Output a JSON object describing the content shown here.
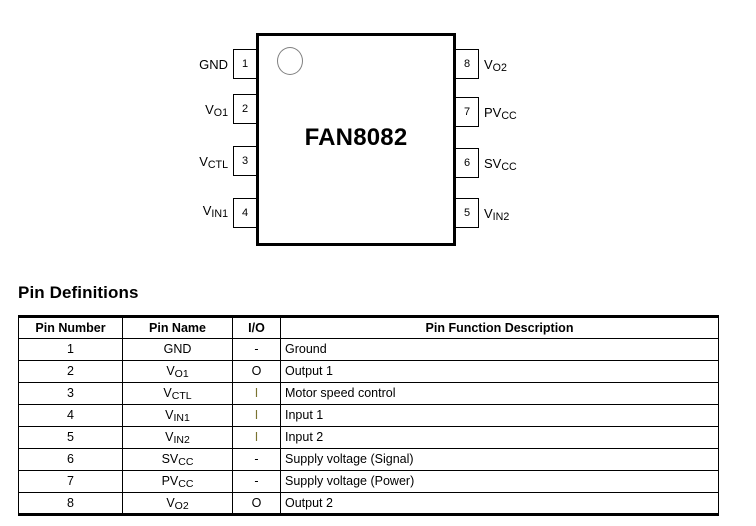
{
  "diagram": {
    "chip_label": "FAN8082",
    "marker_icon": "pin1-dot-icon",
    "pins_left": [
      {
        "number": "1",
        "label": "GND",
        "sub": "",
        "tail": ""
      },
      {
        "number": "2",
        "label": "V",
        "sub": "O",
        "tail": "1"
      },
      {
        "number": "3",
        "label": "V",
        "sub": "CTL",
        "tail": ""
      },
      {
        "number": "4",
        "label": "V",
        "sub": "IN",
        "tail": "1"
      }
    ],
    "pins_right": [
      {
        "number": "8",
        "label": "V",
        "sub": "O",
        "tail": "2"
      },
      {
        "number": "7",
        "label": "PV",
        "sub": "CC",
        "tail": ""
      },
      {
        "number": "6",
        "label": "SV",
        "sub": "CC",
        "tail": ""
      },
      {
        "number": "5",
        "label": "V",
        "sub": "IN",
        "tail": "2"
      }
    ]
  },
  "section": {
    "heading": "Pin Definitions"
  },
  "table": {
    "headers": {
      "pin_number": "Pin Number",
      "pin_name": "Pin Name",
      "io": "I/O",
      "description": "Pin Function Description"
    },
    "rows": [
      {
        "num": "1",
        "name": "GND",
        "name_sub": "",
        "name_tail": "",
        "io": "-",
        "io_type": "none",
        "desc": "Ground"
      },
      {
        "num": "2",
        "name": "V",
        "name_sub": "O",
        "name_tail": "1",
        "io": "O",
        "io_type": "out",
        "desc": "Output 1"
      },
      {
        "num": "3",
        "name": "V",
        "name_sub": "CTL",
        "name_tail": "",
        "io": "I",
        "io_type": "in",
        "desc": "Motor speed control"
      },
      {
        "num": "4",
        "name": "V",
        "name_sub": "IN",
        "name_tail": "1",
        "io": "I",
        "io_type": "in",
        "desc": "Input 1"
      },
      {
        "num": "5",
        "name": "V",
        "name_sub": "IN",
        "name_tail": "2",
        "io": "I",
        "io_type": "in",
        "desc": "Input 2"
      },
      {
        "num": "6",
        "name": "SV",
        "name_sub": "CC",
        "name_tail": "",
        "io": "-",
        "io_type": "none",
        "desc": "Supply voltage (Signal)"
      },
      {
        "num": "7",
        "name": "PV",
        "name_sub": "CC",
        "name_tail": "",
        "io": "-",
        "io_type": "none",
        "desc": "Supply voltage (Power)"
      },
      {
        "num": "8",
        "name": "V",
        "name_sub": "O",
        "name_tail": "2",
        "io": "O",
        "io_type": "out",
        "desc": "Output 2"
      }
    ]
  },
  "colors": {
    "outline": "#000000",
    "background": "#ffffff",
    "io_input": "#7a7330"
  }
}
